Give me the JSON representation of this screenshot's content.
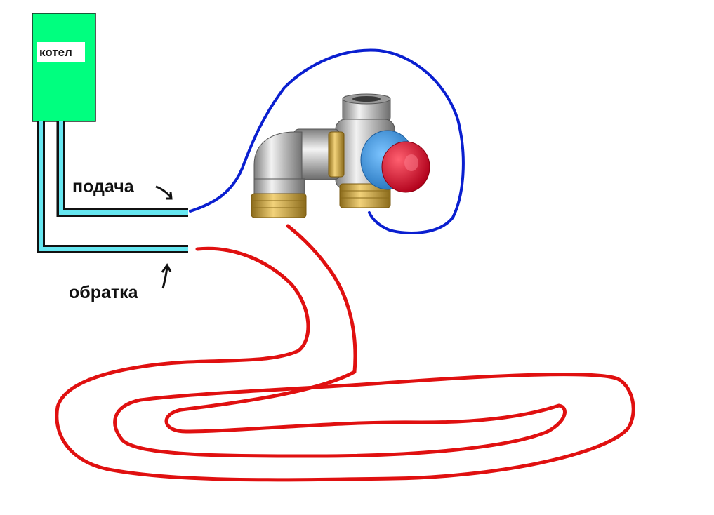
{
  "labels": {
    "boiler": "котел",
    "supply": "подача",
    "return": "обратка"
  },
  "colors": {
    "boiler_fill": "#00ff7f",
    "pipe_fill": "#66e6f0",
    "supply_loop": "#0a1fd0",
    "return_loop": "#e01010",
    "brass": "#c9a23a",
    "cap_red": "#e0102a",
    "ring_blue": "#2f8fdc"
  },
  "icons": {
    "valve": "thermostatic-mixing-valve-icon",
    "arrow": "arrow-icon"
  }
}
